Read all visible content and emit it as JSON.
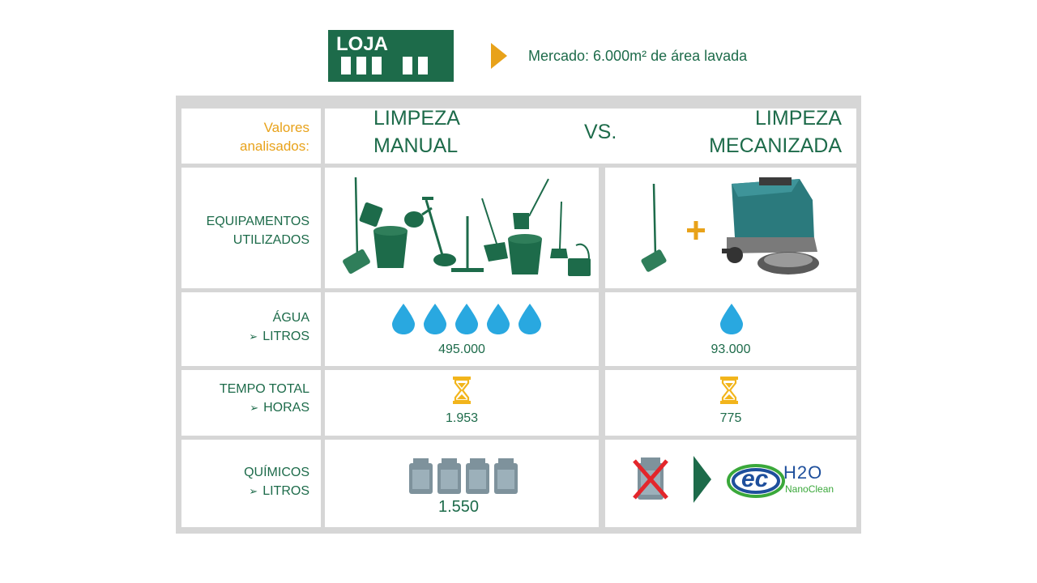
{
  "header": {
    "logo_text": "LOJA",
    "market_text": "Mercado: 6.000m² de área lavada"
  },
  "table": {
    "header": {
      "values_label_line1": "Valores",
      "values_label_line2": "analisados:",
      "manual_line1": "LIMPEZA",
      "manual_line2": "MANUAL",
      "vs": "VS.",
      "mech_line1": "LIMPEZA",
      "mech_line2": "MECANIZADA"
    },
    "rows": {
      "equipment": {
        "line1": "EQUIPAMENTOS",
        "line2": "UTILIZADOS"
      },
      "water": {
        "line1": "ÁGUA",
        "line2": "LITROS",
        "manual_value": "495.000",
        "mech_value": "93.000",
        "manual_drops": 5,
        "mech_drops": 1
      },
      "time": {
        "line1": "TEMPO TOTAL",
        "line2": "HORAS",
        "manual_value": "1.953",
        "mech_value": "775"
      },
      "chemicals": {
        "line1": "QUÍMICOS",
        "line2": "LITROS",
        "manual_value": "1.550",
        "manual_jugs": 4
      }
    },
    "brand": {
      "logo_main": "ec",
      "logo_h2o": "H2O",
      "logo_sub": "NanoClean"
    }
  },
  "colors": {
    "brand_green": "#1d6b4a",
    "accent_orange": "#e8a21a",
    "water_blue": "#29a8e0",
    "hourglass_yellow": "#f2b51c",
    "jug_gray": "#7e929c",
    "cross_red": "#e3262b",
    "grid_gray": "#d6d6d6"
  }
}
